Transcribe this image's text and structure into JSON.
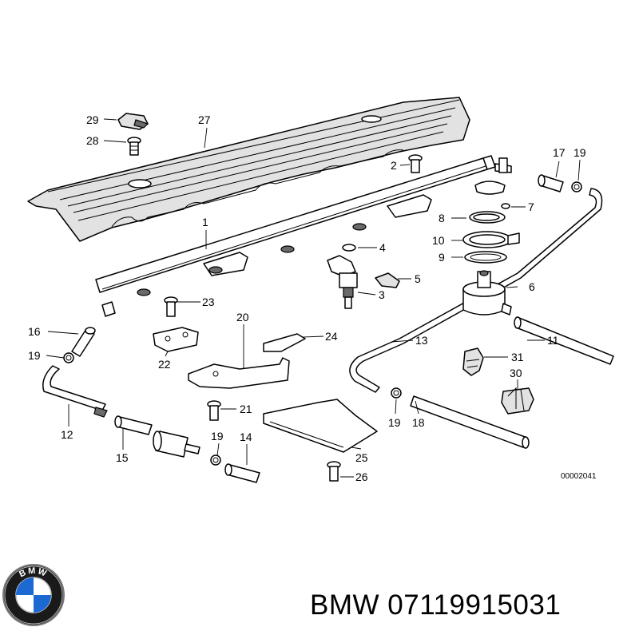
{
  "diagram": {
    "reference_code": "00002041",
    "callouts": [
      "29",
      "27",
      "28",
      "2",
      "17",
      "19",
      "1",
      "7",
      "8",
      "4",
      "10",
      "9",
      "5",
      "6",
      "23",
      "3",
      "16",
      "20",
      "24",
      "13",
      "11",
      "19",
      "31",
      "22",
      "30",
      "21",
      "12",
      "19",
      "14",
      "19",
      "18",
      "15",
      "25",
      "26"
    ]
  },
  "footer": {
    "brand": "BMW",
    "part_number": "07119915031",
    "logo_letters": "BMW",
    "brand_colors": {
      "blue": "#1c69d4",
      "white": "#ffffff",
      "ring": "#000000"
    }
  }
}
